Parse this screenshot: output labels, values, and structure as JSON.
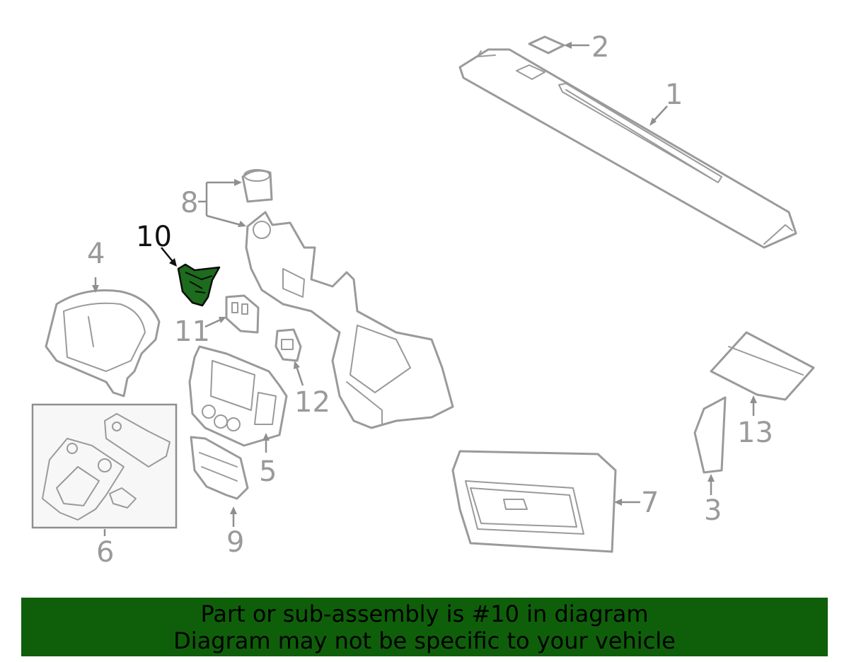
{
  "callouts": {
    "c1": "1",
    "c2": "2",
    "c3": "3",
    "c4": "4",
    "c5": "5",
    "c6": "6",
    "c7": "7",
    "c8": "8",
    "c9": "9",
    "c10": "10",
    "c11": "11",
    "c12": "12",
    "c13": "13"
  },
  "highlighted_part": "10",
  "colors": {
    "highlight_fill": "#1d6b1d",
    "banner_bg": "#0f5f0a",
    "line_gray": "#9a9a9a"
  },
  "banner": {
    "line1": "Part or sub-assembly is #10 in diagram",
    "line2": "Diagram may not be specific to your vehicle"
  }
}
